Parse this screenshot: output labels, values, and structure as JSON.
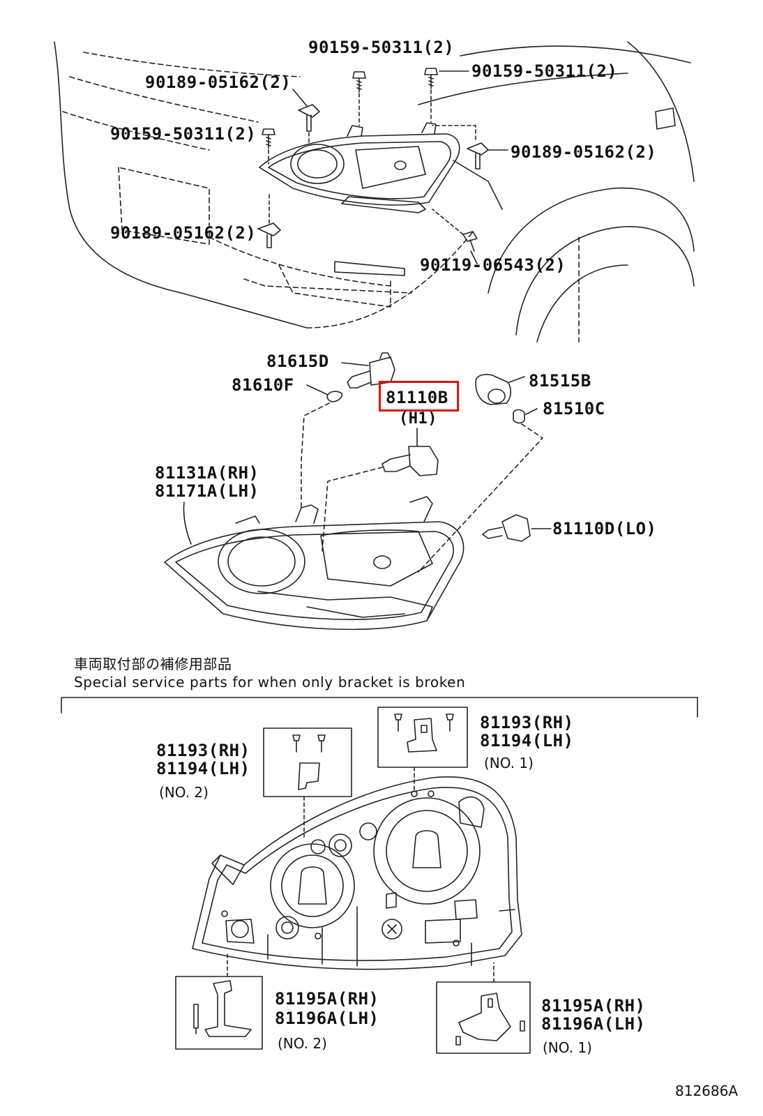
{
  "colors": {
    "line": "#222222",
    "highlight": "#e01010",
    "background": "#ffffff"
  },
  "callouts": {
    "screw_top_center": "90159-50311(2)",
    "screw_top_right": "90159-50311(2)",
    "clip_top_left": "90189-05162(2)",
    "screw_left": "90159-50311(2)",
    "clip_right": "90189-05162(2)",
    "clip_bottom_left": "90189-05162(2)",
    "screw_bottom": "90119-06543(2)",
    "socket_81615d": "81615D",
    "bulb_81610f": "81610F",
    "bulb_81110b": "81110B",
    "bulb_81110b_type": "(H1)",
    "socket_81515b": "81515B",
    "bulb_81510c": "81510C",
    "lamp_rh": "81131A(RH)",
    "lamp_lh": "81171A(LH)",
    "bulb_81110d": "81110D(LO)"
  },
  "note": {
    "japanese": "車両取付部の補修用部品",
    "english": "Special service parts for when only bracket is broken"
  },
  "service_parts": {
    "kit_no1_top": {
      "rh": "81193(RH)",
      "lh": "81194(LH)",
      "no": "(NO. 1)"
    },
    "kit_no2_top": {
      "rh": "81193(RH)",
      "lh": "81194(LH)",
      "no": "(NO. 2)"
    },
    "kit_no2_bottom": {
      "rh": "81195A(RH)",
      "lh": "81196A(LH)",
      "no": "(NO. 2)"
    },
    "kit_no1_bottom": {
      "rh": "81195A(RH)",
      "lh": "81196A(LH)",
      "no": "(NO. 1)"
    }
  },
  "figure_id": "812686A"
}
